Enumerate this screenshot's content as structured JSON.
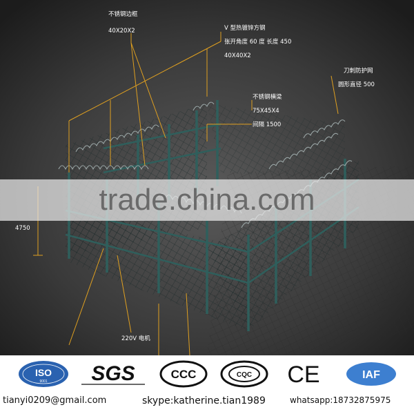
{
  "annotations": {
    "frame_label": "不锈钢边框",
    "frame_size": "40X20X2",
    "post_label": "V 型热镀锌方钢",
    "post_spec": "张开角度 60 度  长度 450",
    "post_size": "40X40X2",
    "razor_label": "刀刺防护网",
    "razor_spec": "圆形直径 500",
    "beam_label": "不锈钢横梁",
    "beam_size": "75X45X4",
    "beam_spacing": "间隔 1500",
    "height": "4750",
    "motor": "220V 电机"
  },
  "watermark": "trade.china.com",
  "certifications": {
    "iso": "ISO",
    "iso_sub": "9001",
    "sgs": "SGS",
    "ccc": "CCC",
    "cqc": "CQC",
    "ce": "CE",
    "iaf": "IAF"
  },
  "contact": {
    "email": "tianyi0209@gmail.com",
    "skype": "skype:katherine.tian1989",
    "whatsapp": "whatsapp:18732875975"
  },
  "colors": {
    "background_dark": "#2a2a2a",
    "post_teal": "#2f5f5c",
    "annotation_line": "#e0a020",
    "iso_blue": "#2a62b0",
    "iaf_blue": "#3d7fd0"
  }
}
